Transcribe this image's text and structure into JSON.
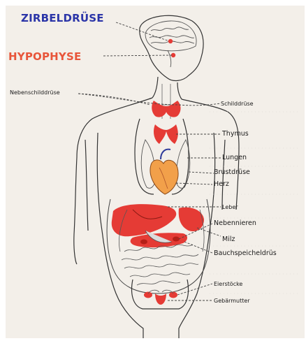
{
  "labels": {
    "zirbeldruese": "ZIRBELDRÜSE",
    "hypophyse": "HYPOPHYSE",
    "nebenschilddruese": "Nebenschilddrüse",
    "schilddruese": "Schilddrüse",
    "thymus": "Thymus",
    "lungen": "Lungen",
    "brustdruese": "Brustdrüse",
    "herz": "Herz",
    "leber": "Leber",
    "nebennieren": "Nebennieren",
    "milz": "Milz",
    "bauchspeicheldruese": "Bauchspeicheldrüs",
    "eierstoecke": "Eierstöcke",
    "gebaermutter": "Gebärmutter"
  },
  "colors": {
    "background": "#f3efe9",
    "outline": "#333333",
    "gland": "#e53b35",
    "heart": "#f2a04a",
    "title_blue": "#2b35a8",
    "title_red": "#e8553a"
  }
}
